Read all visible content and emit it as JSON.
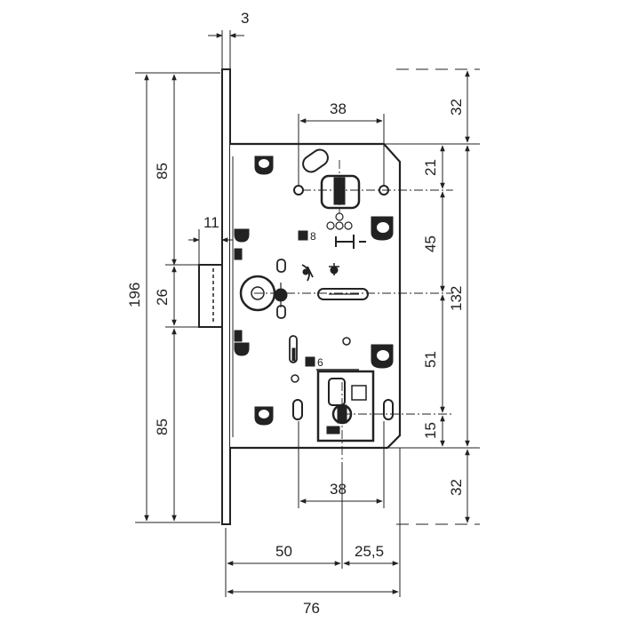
{
  "dimensions": {
    "faceplate_thickness": "3",
    "backset_width_top": "38",
    "top_margin_right": "32",
    "upper_hole_offset": "21",
    "hole_spacing_45": "45",
    "total_height_132": "132",
    "lower_spacing_51": "51",
    "bottom_offset_15": "15",
    "backset_width_bottom": "38",
    "bottom_margin_right": "32",
    "overall_height": "196",
    "upper_latch_distance": "85",
    "latch_height": "26",
    "lower_latch_distance": "85",
    "latch_projection": "11",
    "backset_50": "50",
    "offset_25_5": "25,5",
    "overall_width": "76"
  },
  "markings": {
    "spindle_size": "8",
    "square_size": "6"
  },
  "colors": {
    "line": "#222222",
    "background": "#ffffff"
  }
}
